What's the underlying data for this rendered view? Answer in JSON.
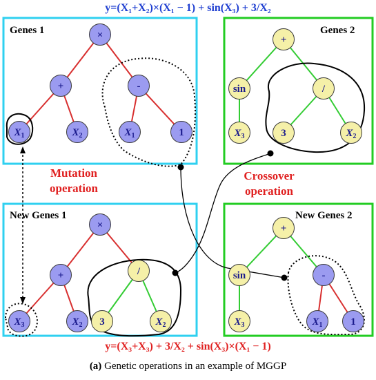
{
  "equation_top": "y=(X₁+X₂)×(X₁ − 1) + sin(X₃) + 3/X₂",
  "equation_bottom": "y=(X₃+X₃) + 3/X₂ + sin(X₃)×(X₁ − 1)",
  "caption": {
    "prefix": "(a)",
    "text": " Genetic operations in an example of MGGP"
  },
  "labels": {
    "genes1": "Genes 1",
    "genes2": "Genes 2",
    "new_genes1": "New Genes 1",
    "new_genes2": "New Genes 2",
    "mutation_line1": "Mutation",
    "mutation_line2": "operation",
    "crossover_line1": "Crossover",
    "crossover_line2": "operation"
  },
  "colors": {
    "genes1_box": "#2fd0f0",
    "genes2_box": "#22cc22",
    "red_edge": "#d83030",
    "green_edge": "#33cc33",
    "blue_node": "#9b9bf0",
    "yellow_node": "#f5f0a8",
    "equation_blue": "#1f3fd1",
    "equation_red": "#e02020"
  },
  "nodes": {
    "g1_times": "×",
    "g1_plus": "+",
    "g1_minus": "-",
    "g1_x1a": "X",
    "g1_x1a_sub": "1",
    "g1_x2": "X",
    "g1_x2_sub": "2",
    "g1_x1b": "X",
    "g1_x1b_sub": "1",
    "g1_one": "1",
    "g2_plus": "+",
    "g2_sin": "sin",
    "g2_div": "/",
    "g2_x3": "X",
    "g2_x3_sub": "3",
    "g2_three": "3",
    "g2_x2": "X",
    "g2_x2_sub": "2",
    "n1_times": "×",
    "n1_plus": "+",
    "n1_div": "/",
    "n1_x3": "X",
    "n1_x3_sub": "3",
    "n1_x2": "X",
    "n1_x2_sub": "2",
    "n1_three": "3",
    "n1_x2b": "X",
    "n1_x2b_sub": "2",
    "n2_plus": "+",
    "n2_sin": "sin",
    "n2_minus": "-",
    "n2_x3": "X",
    "n2_x3_sub": "3",
    "n2_x1": "X",
    "n2_x1_sub": "1",
    "n2_one": "1"
  }
}
